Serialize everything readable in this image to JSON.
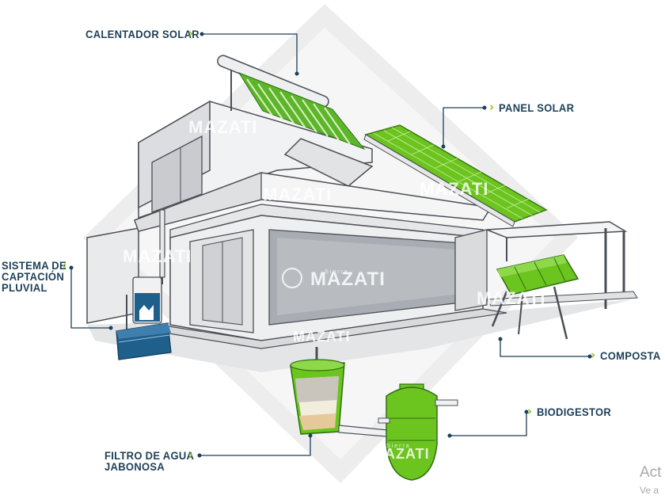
{
  "labels": {
    "calentador": "CALENTADOR SOLAR",
    "panel": "PANEL SOLAR",
    "sistema": [
      "SISTEMA DE",
      "CAPTACIÓN",
      "PLUVIAL"
    ],
    "composta": "COMPOSTA",
    "biodigestor": "BIODIGESTOR",
    "filtro": [
      "FILTRO DE AGUA",
      "JABONOSA"
    ]
  },
  "watermark": {
    "brand": "MAZATI",
    "sub": "Sierra"
  },
  "corner_text": {
    "line1": "Act",
    "line2": "Ve a"
  },
  "colors": {
    "label_text": "#1d3f57",
    "chevron": "#8cc21e",
    "equipment_green": "#6cc41f",
    "tank_blue": "#1f5f8c",
    "building_line": "#4a4f55",
    "building_fill": "#e6e7e9",
    "background_diamond": "#eeeeef"
  },
  "icons": {
    "chevron": "chevron-right-icon",
    "logo": "deer-logo-icon"
  }
}
